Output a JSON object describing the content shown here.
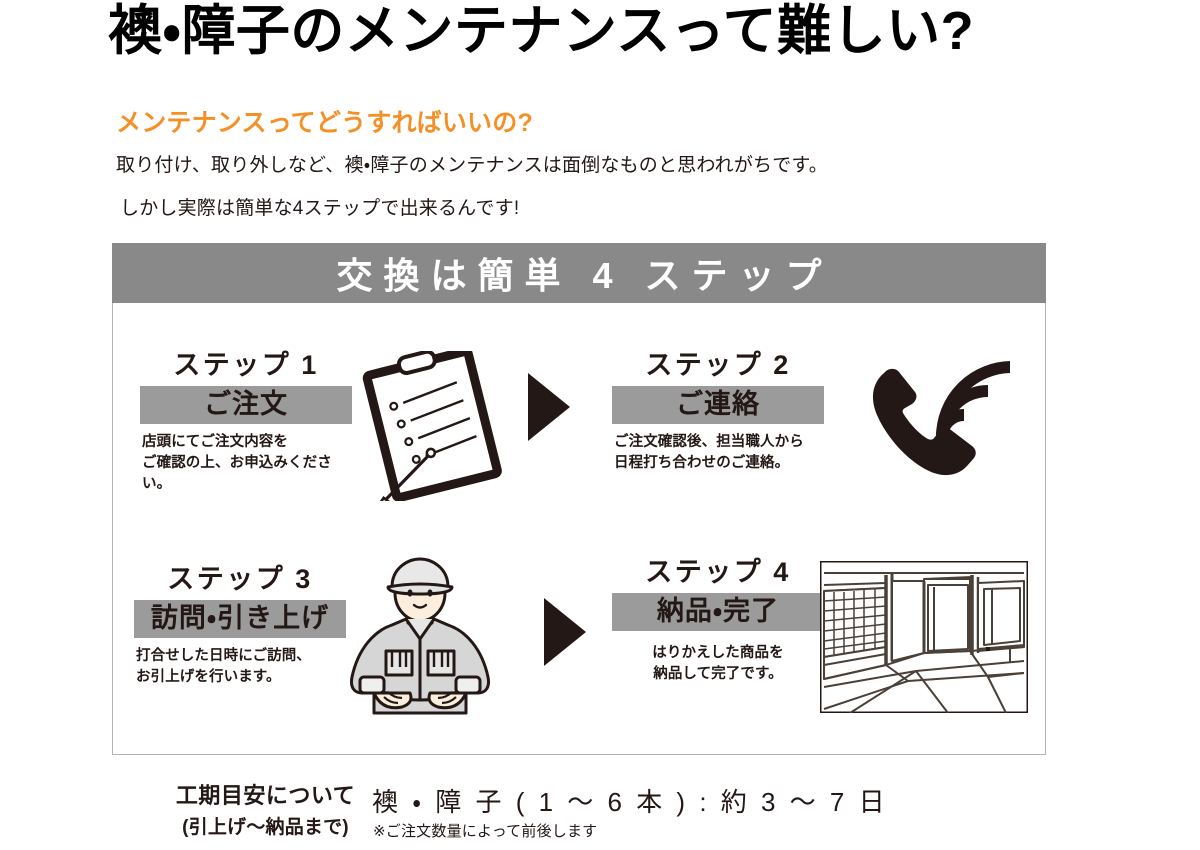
{
  "page": {
    "title": "襖・障子のメンテナンスって難しい?"
  },
  "lead": {
    "heading": "メンテナンスってどうすればいいの?",
    "line1": "取り付け、取り外しなど、襖・障子のメンテナンスは面倒なものと思われがちです。",
    "line2": "しかし実際は簡単な4ステップで出来るんです!"
  },
  "steps_card": {
    "header": "交換は簡単 4 ステップ",
    "steps": [
      {
        "kicker": "ステップ 1",
        "badge": "ご注文",
        "desc": "店頭にてご注文内容を\nご確認の上、お申込みください。",
        "icon": "clipboard-checklist-icon"
      },
      {
        "kicker": "ステップ 2",
        "badge": "ご連絡",
        "desc": "ご注文確認後、担当職人から\n日程打ち合わせのご連絡。",
        "icon": "ringing-phone-icon"
      },
      {
        "kicker": "ステップ 3",
        "badge": "訪問・引き上げ",
        "desc": "打合せした日時にご訪問、\nお引上げを行います。",
        "icon": "worker-person-icon"
      },
      {
        "kicker": "ステップ 4",
        "badge": "納品・完了",
        "desc": "はりかえした商品を\n納品して完了です。",
        "icon": "japanese-room-icon"
      }
    ],
    "arrow_icon": "triangle-right-icon"
  },
  "footer": {
    "label_main": "工期目安について",
    "label_sub": "(引上げ〜納品まで)",
    "main": "襖 ・ 障 子 ( 1 〜 6 本 ) : 約 3 〜 7 日",
    "note": "※ご注文数量によって前後します"
  },
  "colors": {
    "accent_orange": "#F59026",
    "header_gray": "#898989",
    "badge_gray": "#9b9b9b",
    "ink": "#231815",
    "card_border": "#b3b3b3"
  }
}
